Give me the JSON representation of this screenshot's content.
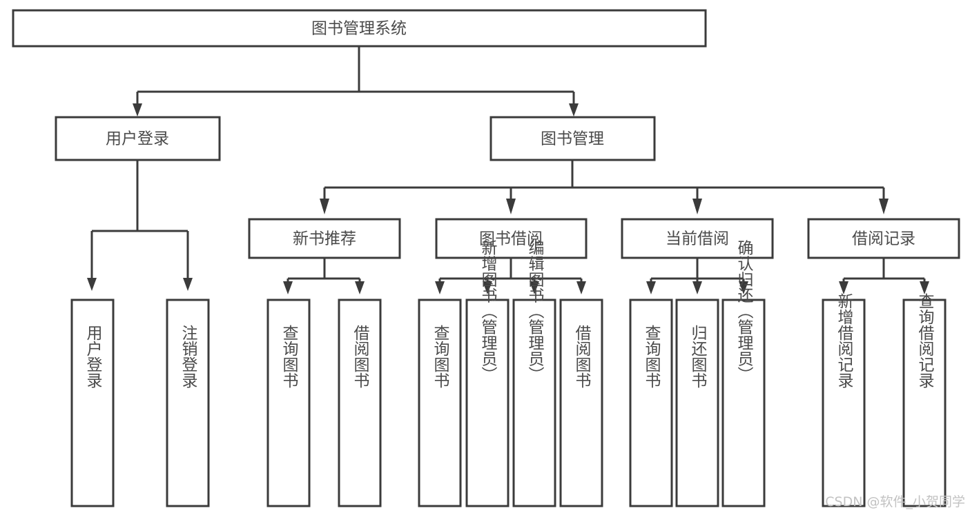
{
  "diagram": {
    "title": "图书管理系统",
    "type": "hierarchy-tree",
    "root": {
      "id": "root",
      "label": "图书管理系统"
    },
    "level2": [
      {
        "id": "user-login",
        "label": "用户登录"
      },
      {
        "id": "book-manage",
        "label": "图书管理"
      }
    ],
    "level3": [
      {
        "id": "new-book-recommend",
        "label": "新书推荐",
        "parent": "book-manage"
      },
      {
        "id": "book-borrow",
        "label": "图书借阅",
        "parent": "book-manage"
      },
      {
        "id": "current-borrow",
        "label": "当前借阅",
        "parent": "book-manage"
      },
      {
        "id": "borrow-record",
        "label": "借阅记录",
        "parent": "book-manage"
      }
    ],
    "leaves": {
      "user-login": [
        {
          "id": "leaf-user-login",
          "label": "用户登录"
        },
        {
          "id": "leaf-user-logout",
          "label": "注销登录"
        }
      ],
      "new-book-recommend": [
        {
          "id": "leaf-query-book-1",
          "label": "查询图书"
        },
        {
          "id": "leaf-borrow-book-1",
          "label": "借阅图书"
        }
      ],
      "book-borrow": [
        {
          "id": "leaf-query-book-2",
          "label": "查询图书"
        },
        {
          "id": "leaf-add-book-admin",
          "label": "新增图书（管理员）"
        },
        {
          "id": "leaf-edit-book-admin",
          "label": "编辑图书（管理员）"
        },
        {
          "id": "leaf-borrow-book-2",
          "label": "借阅图书"
        }
      ],
      "current-borrow": [
        {
          "id": "leaf-query-book-3",
          "label": "查询图书"
        },
        {
          "id": "leaf-return-book",
          "label": "归还图书"
        },
        {
          "id": "leaf-confirm-return-admin",
          "label": "确认归还（管理员）"
        }
      ],
      "borrow-record": [
        {
          "id": "leaf-add-borrow-record",
          "label": "新增借阅记录"
        },
        {
          "id": "leaf-query-borrow-record",
          "label": "查询借阅记录"
        }
      ]
    },
    "watermark": "CSDN @软件_小贺同学",
    "colors": {
      "box_stroke": "#3b3b3b",
      "box_fill": "#ffffff",
      "text": "#4a4a4a",
      "watermark": "#c2c2c2",
      "background": "#ffffff"
    }
  }
}
